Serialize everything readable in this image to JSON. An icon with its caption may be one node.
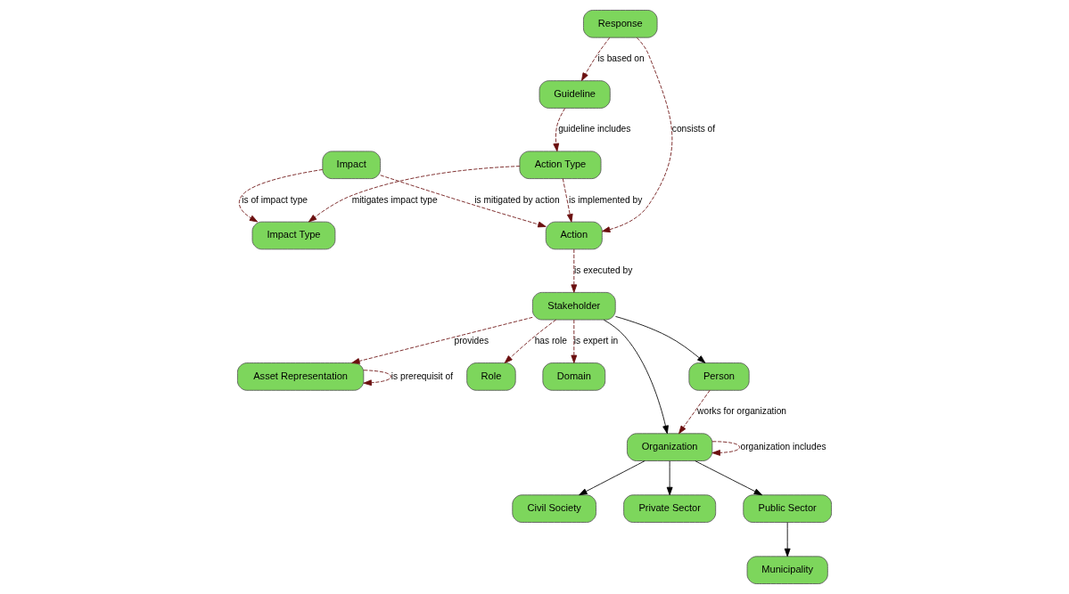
{
  "diagram": {
    "nodes": [
      {
        "text": [
          "Asset Representation"
        ]
      },
      {
        "text": [
          "Role"
        ]
      },
      {
        "text": [
          "Impact"
        ]
      },
      {
        "text": [
          "Stakeholder"
        ]
      },
      {
        "text": [
          "Domain"
        ]
      },
      {
        "text": [
          "Impact Type"
        ]
      },
      {
        "text": [
          "Action"
        ]
      },
      {
        "text": [
          "Action Type"
        ]
      },
      {
        "text": [
          "Person"
        ]
      },
      {
        "text": [
          "Organization"
        ]
      },
      {
        "text": [
          "Guideline"
        ]
      },
      {
        "text": [
          "Civil Society"
        ]
      },
      {
        "text": [
          "Private Sector"
        ]
      },
      {
        "text": [
          "Public Sector"
        ]
      },
      {
        "text": [
          "Response"
        ]
      },
      {
        "text": [
          "Municipality"
        ]
      }
    ],
    "edges": [
      {
        "from": 3,
        "to": 0,
        "arrow": "to",
        "label": "provides",
        "style": "dashed"
      },
      {
        "from": 0,
        "to": 0,
        "arrow": "to",
        "label": "is prerequisit of",
        "style": "dashed"
      },
      {
        "from": 3,
        "to": 1,
        "arrow": "to",
        "label": "has role",
        "style": "dashed"
      },
      {
        "from": 3,
        "to": 4,
        "arrow": "to",
        "label": "is expert in",
        "style": "dashed"
      },
      {
        "from": 6,
        "to": 3,
        "arrow": "to",
        "label": "is executed by",
        "style": "dashed"
      },
      {
        "from": 2,
        "to": 6,
        "arrow": "to",
        "label": "is mitigated by action",
        "style": "dashed"
      },
      {
        "from": 2,
        "to": 5,
        "arrow": "to",
        "label": "is of impact type",
        "style": "dashed"
      },
      {
        "from": 7,
        "to": 5,
        "arrow": "to",
        "label": "mitigates impact type",
        "style": "dashed"
      },
      {
        "from": 7,
        "to": 6,
        "arrow": "to",
        "label": "is implemented by",
        "style": "dashed"
      },
      {
        "from": 10,
        "to": 7,
        "arrow": "to",
        "label": "guideline includes",
        "style": "dashed"
      },
      {
        "from": 14,
        "to": 10,
        "arrow": "to",
        "label": "is based on",
        "style": "dashed"
      },
      {
        "from": 14,
        "to": 6,
        "arrow": "to",
        "label": "consists of",
        "style": "dashed"
      },
      {
        "from": 8,
        "to": 9,
        "arrow": "to",
        "label": "works for organization",
        "style": "dashed"
      },
      {
        "from": 9,
        "to": 9,
        "arrow": "to",
        "label": "organization includes",
        "style": "dashed"
      },
      {
        "from": 3,
        "to": 8,
        "arrow": "to",
        "color": "#000000"
      },
      {
        "from": 3,
        "to": 9,
        "arrow": "to",
        "color": "#000000"
      },
      {
        "from": 9,
        "to": 11,
        "arrow": "to",
        "color": "#000000"
      },
      {
        "from": 9,
        "to": 12,
        "arrow": "to",
        "color": "#000000"
      },
      {
        "from": 9,
        "to": 13,
        "arrow": "to",
        "color": "#000000"
      },
      {
        "from": 13,
        "to": 15,
        "arrow": "to",
        "color": "#000000"
      }
    ]
  }
}
